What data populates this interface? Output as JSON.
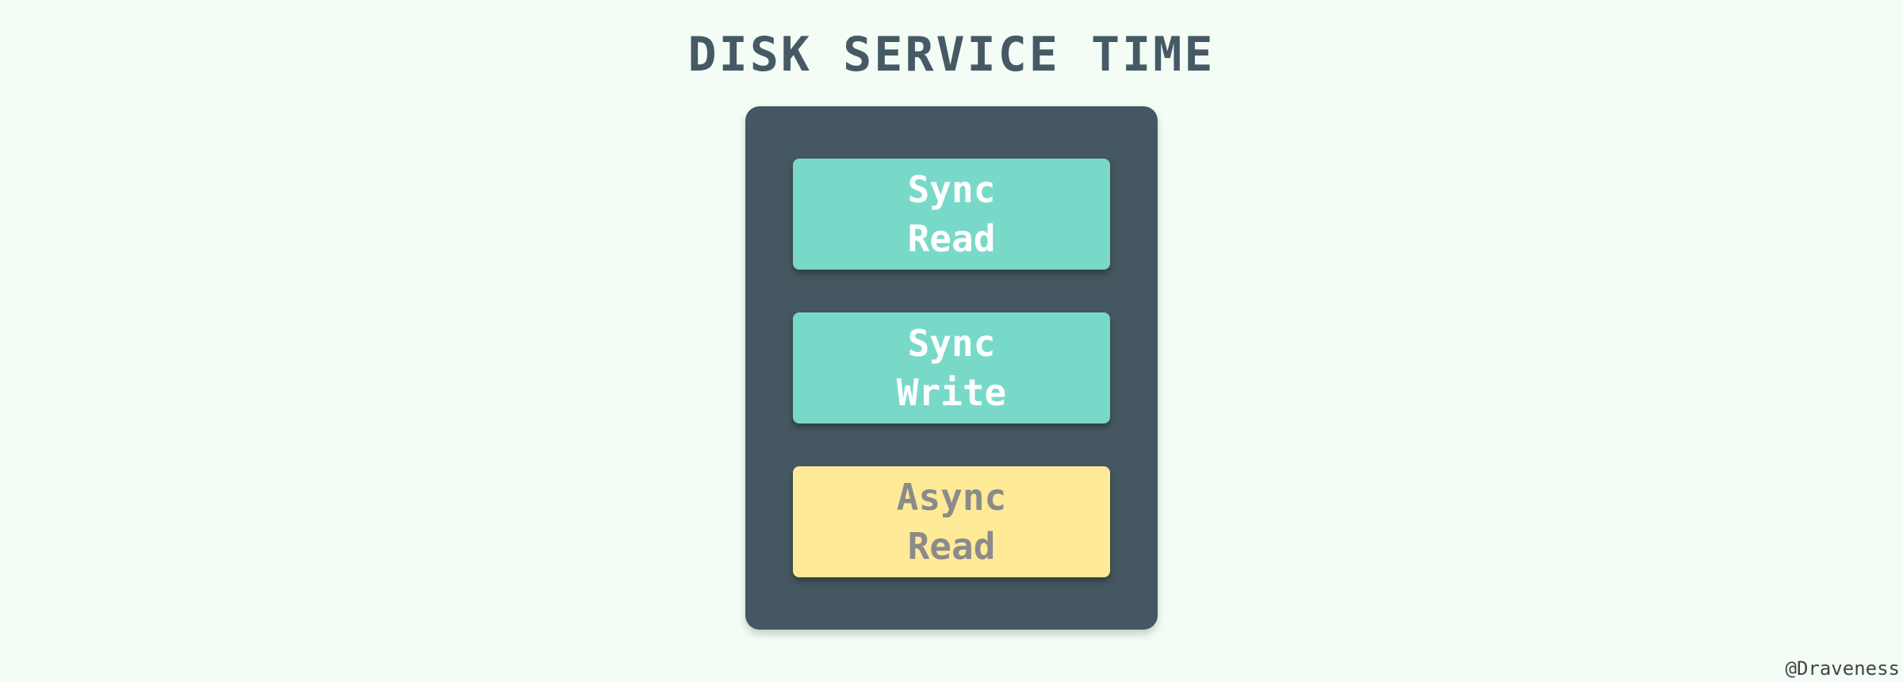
{
  "title": "DISK SERVICE TIME",
  "panel": {
    "items": [
      {
        "line1": "Sync",
        "line2": "Read",
        "color": "#79d9c9",
        "text_color": "#ffffff"
      },
      {
        "line1": "Sync",
        "line2": "Write",
        "color": "#79d9c9",
        "text_color": "#ffffff"
      },
      {
        "line1": "Async",
        "line2": "Read",
        "color": "#ffea97",
        "text_color": "#8b8b8b"
      }
    ],
    "color": "#455760"
  },
  "watermark": "@Draveness",
  "colors": {
    "background": "#f3fdf5",
    "title": "#455a64"
  }
}
